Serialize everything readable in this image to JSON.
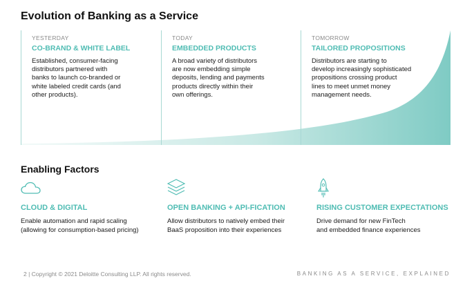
{
  "page": {
    "title": "Evolution of Banking as a Service"
  },
  "timeline": {
    "columns": [
      {
        "era": "YESTERDAY",
        "heading": "CO-BRAND & WHITE LABEL",
        "lines": [
          "Established, consumer-facing",
          "distributors partnered with",
          "banks to launch co-branded or",
          "white labeled credit cards (and",
          "other products)."
        ]
      },
      {
        "era": "TODAY",
        "heading": "EMBEDDED PRODUCTS",
        "lines": [
          "A broad variety of distributors",
          "are now embedding simple",
          "deposits, lending and payments",
          "products directly within their",
          "own offerings."
        ]
      },
      {
        "era": "TOMORROW",
        "heading": "TAILORED PROPOSITIONS",
        "lines": [
          "Distributors are starting to",
          "develop increasingly sophisticated",
          "propositions crossing product",
          "lines to meet unmet money",
          "management needs."
        ]
      }
    ]
  },
  "enabling": {
    "title": "Enabling Factors",
    "factors": [
      {
        "icon": "cloud-icon",
        "heading": "CLOUD & DIGITAL",
        "lines": [
          "Enable automation and rapid scaling",
          "(allowing for consumption-based pricing)"
        ]
      },
      {
        "icon": "layers-icon",
        "heading": "OPEN BANKING + API-FICATION",
        "lines": [
          "Allow distributors to natively embed their",
          "BaaS proposition into their experiences"
        ]
      },
      {
        "icon": "rocket-icon",
        "heading": "RISING CUSTOMER EXPECTATIONS",
        "lines": [
          "Drive demand for new FinTech",
          "and embedded finance experiences"
        ]
      }
    ]
  },
  "footer": {
    "left": "2  |  Copyright © 2021 Deloitte Consulting LLP. All rights reserved.",
    "right": "BANKING AS A SERVICE, EXPLAINED"
  },
  "colors": {
    "accent": "#4fbcb3",
    "curve_light": "#eaf6f5",
    "curve_dark": "#7fcbc4"
  }
}
